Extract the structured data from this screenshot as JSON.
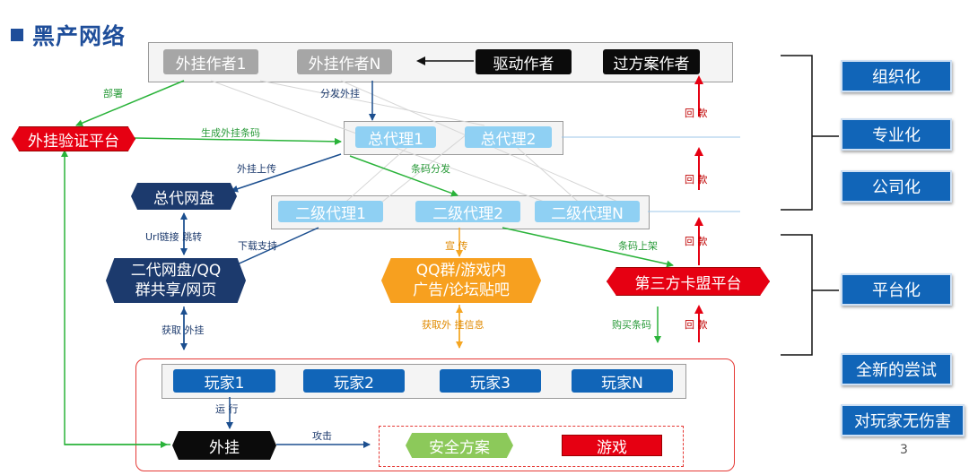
{
  "title": "黑产网络",
  "nodes": {
    "author1": "外挂作者1",
    "authorN": "外挂作者N",
    "driver": "驱动作者",
    "bypass": "过方案作者",
    "verify": "外挂验证平台",
    "agent1": "总代理1",
    "agent2": "总代理2",
    "netdisk": "总代网盘",
    "sub1": "二级代理1",
    "sub2": "二级代理2",
    "subN": "二级代理N",
    "share_line1": "二代网盘/QQ",
    "share_line2": "群共享/网页",
    "qq_line1": "QQ群/游戏内",
    "qq_line2": "广告/论坛贴吧",
    "card": "第三方卡盟平台",
    "player1": "玩家1",
    "player2": "玩家2",
    "player3": "玩家3",
    "playerN": "玩家N",
    "cheat": "外挂",
    "security": "安全方案",
    "game": "游戏"
  },
  "edge_labels": {
    "deploy": "部署",
    "distribute": "分发外挂",
    "gen_code": "生成外挂条码",
    "upload": "外挂上传",
    "code_dist": "条码分发",
    "url_jump": "Url链接 跳转",
    "download": "下载支持",
    "promote": "宣  传",
    "code_list": "条码上架",
    "get_cheat": "获取 外挂",
    "get_info": "获取外  挂信息",
    "buy_code": "购买条码",
    "run": "运 行",
    "attack": "攻击",
    "refund1": "回   款",
    "refund2": "回   款",
    "refund3": "回   款",
    "refund4": "回   款"
  },
  "side_labels": [
    "组织化",
    "专业化",
    "公司化",
    "平台化",
    "全新的尝试",
    "对玩家无伤害"
  ],
  "page_number": "3",
  "colors": {
    "blue_arrow": "#1c4f8f",
    "green_arrow": "#2ab33a",
    "orange_arrow": "#f5a623",
    "red_arrow": "#e60012"
  }
}
